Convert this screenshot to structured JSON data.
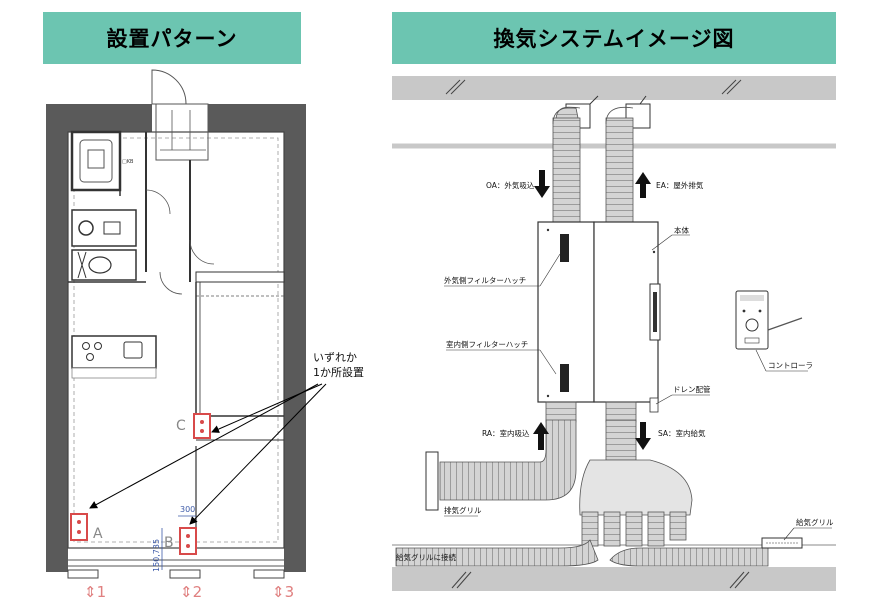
{
  "headers": {
    "left": "設置パターン",
    "right": "換気システムイメージ図"
  },
  "floorplan": {
    "annotation_line1": "いずれか",
    "annotation_line2": "1か所設置",
    "location_a": "A",
    "location_b": "B",
    "location_c": "C",
    "dim_300": "300",
    "dim_vertical": "150,735",
    "kitchen_label": "□KB",
    "section_1": "⇕1",
    "section_2": "⇕2",
    "section_3": "⇕3"
  },
  "system": {
    "oa": "OA：外気吸込",
    "ea": "EA：屋外排気",
    "body": "本体",
    "outer_filter": "外気側フィルターハッチ",
    "inner_filter": "室内側フィルターハッチ",
    "drain": "ドレン配管",
    "controller": "コントローラ",
    "ra": "RA：室内吸込",
    "sa": "SA：室内給気",
    "exhaust_grille": "排気グリル",
    "supply_grille": "給気グリル",
    "supply_grille_connect": "給気グリルに接続"
  },
  "colors": {
    "header_bg": "#6cc5b1",
    "wall": "#595959",
    "unit_red": "#d84a4a",
    "dim_blue": "#3d5aa8",
    "section_red": "#e08080"
  }
}
